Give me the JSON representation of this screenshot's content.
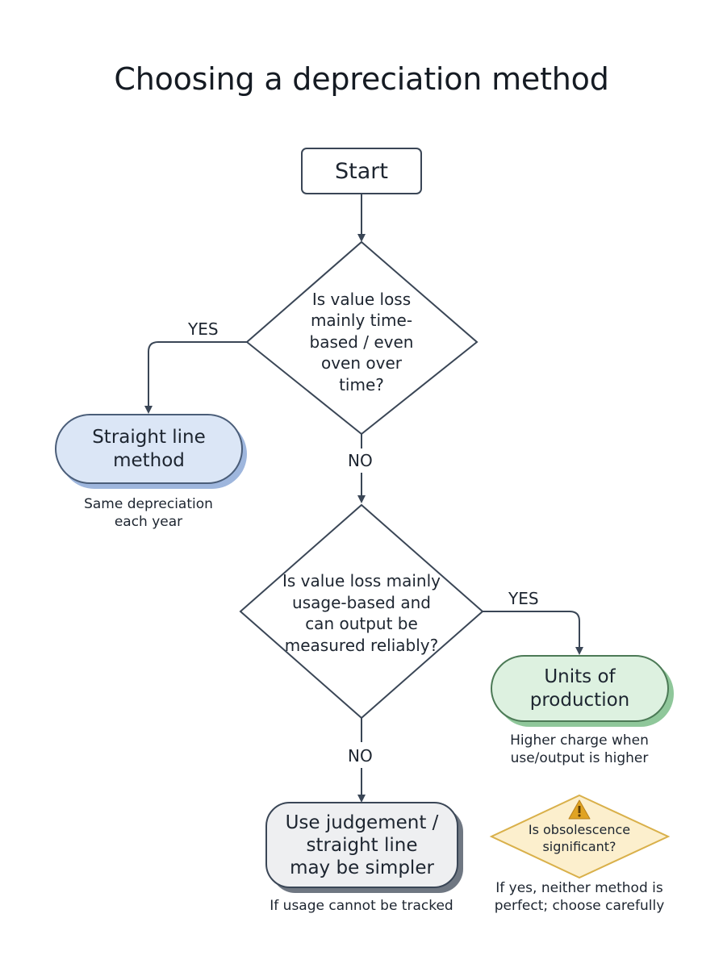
{
  "title": "Choosing a depreciation method",
  "nodes": {
    "start": {
      "label": "Start"
    },
    "decision_time": {
      "question": "Is value loss mainly time-based / even oven over time?"
    },
    "straight_line": {
      "label": "Straight line method",
      "note": "Same depreciation each year",
      "color": "#dbe6f6"
    },
    "decision_usage": {
      "question": "Is value loss mainly usage-based and can output be measured reliably?"
    },
    "units_production": {
      "label": "Units of production",
      "note": "Higher charge when use/output is higher",
      "color": "#ddf1e0"
    },
    "judgement": {
      "label": "Use judgement / straight line may be simpler",
      "note": "If usage cannot be tracked",
      "color": "#eeeff1"
    },
    "obsolescence": {
      "question": "Is obsolescence significant?",
      "note": "If yes, neither method is perfect; choose carefully",
      "color": "#fcefcd",
      "icon": "warning-icon"
    }
  },
  "edges": {
    "time_yes": "YES",
    "time_no": "NO",
    "usage_yes": "YES",
    "usage_no": "NO"
  },
  "colors": {
    "stroke": "#3a4656",
    "blue_shadow": "#9eb6dd",
    "green_shadow": "#8fc79a",
    "gray_shadow": "#6f7782",
    "warning_border": "#d9b04a",
    "warning_icon": "#e0a323"
  }
}
